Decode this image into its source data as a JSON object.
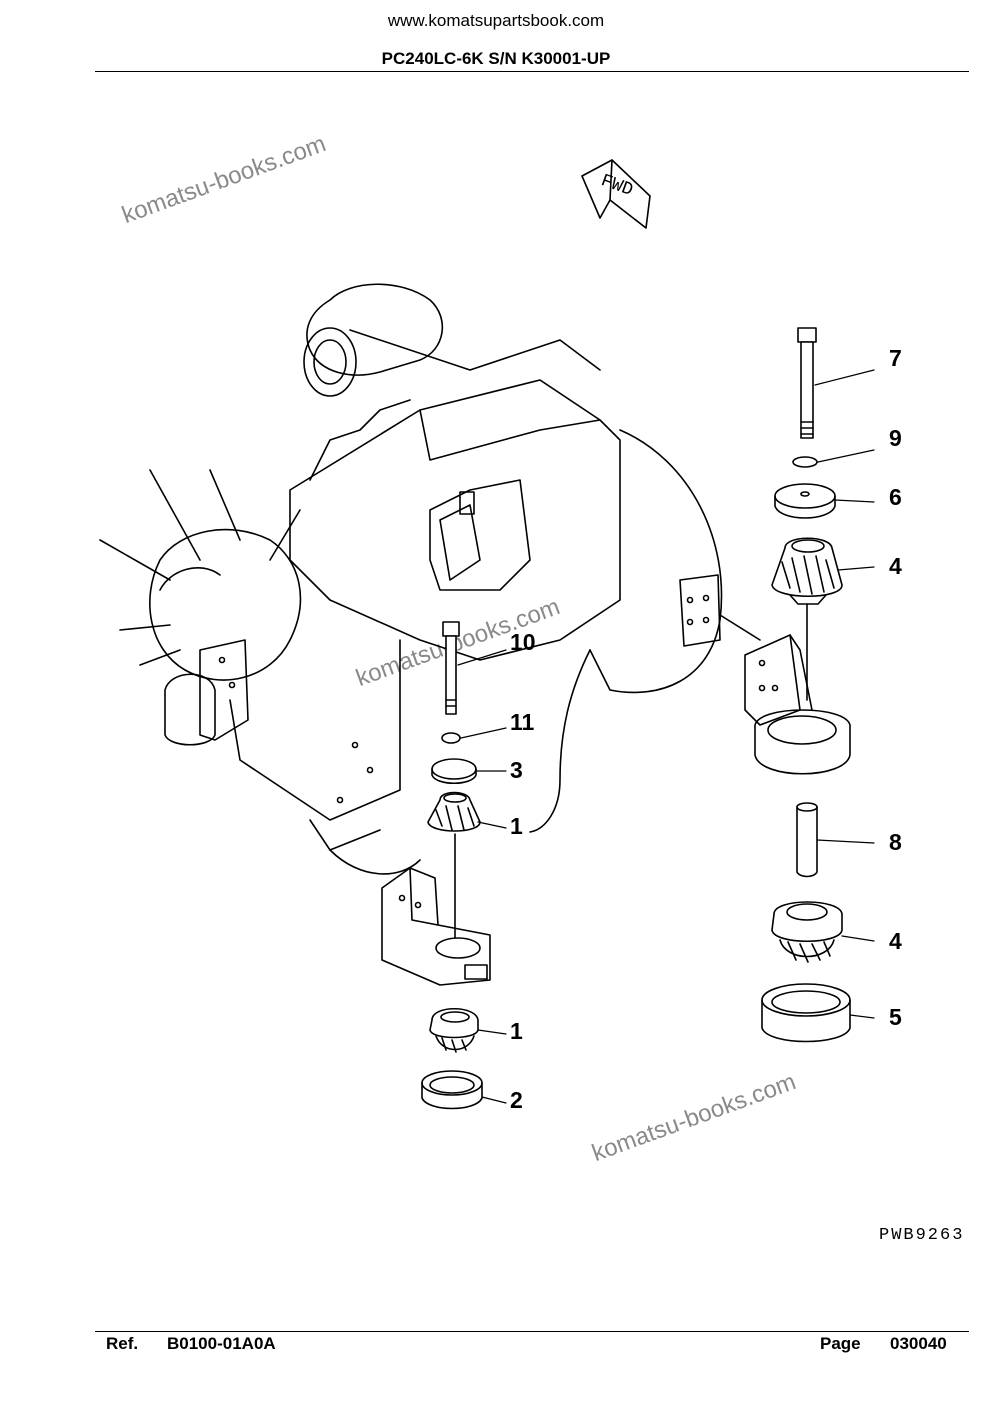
{
  "header": {
    "site_url": "www.komatsupartsbook.com",
    "model_title": "PC240LC-6K S/N K30001-UP"
  },
  "watermark": {
    "text": "komatsu-books.com"
  },
  "fwd_arrow": {
    "label": "FWD"
  },
  "callouts": [
    {
      "number": "7"
    },
    {
      "number": "9"
    },
    {
      "number": "6"
    },
    {
      "number": "4"
    },
    {
      "number": "10"
    },
    {
      "number": "11"
    },
    {
      "number": "3"
    },
    {
      "number": "1"
    },
    {
      "number": "8"
    },
    {
      "number": "4"
    },
    {
      "number": "5"
    },
    {
      "number": "1"
    },
    {
      "number": "2"
    }
  ],
  "figure_id": "PWB9263",
  "footer": {
    "ref_label": "Ref.",
    "ref_value": "B0100-01A0A",
    "page_label": "Page",
    "page_value": "030040"
  }
}
